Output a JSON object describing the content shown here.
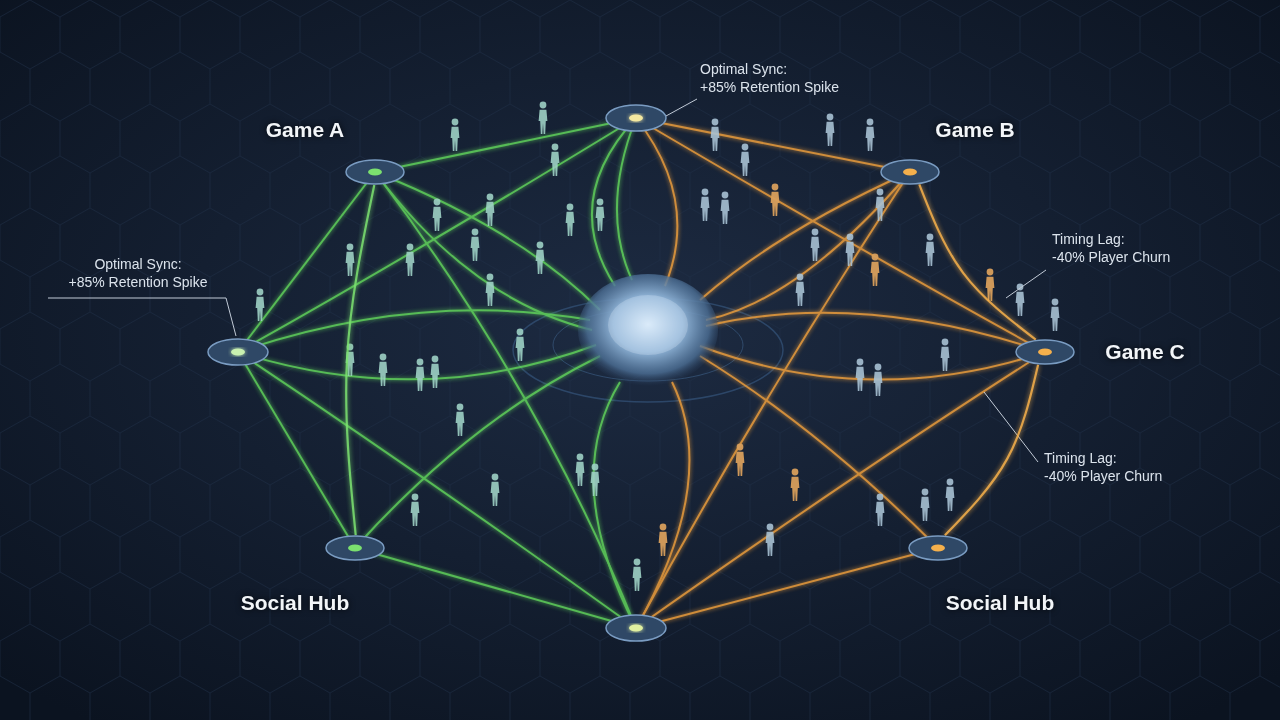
{
  "diagram": {
    "nodes": [
      {
        "text": [
          "Game A"
        ]
      },
      {
        "text": [
          "Game B"
        ]
      },
      {
        "text": [
          "Game C"
        ]
      },
      {
        "text": [
          "Social Hub"
        ]
      },
      {
        "text": [
          "Social Hub"
        ]
      }
    ],
    "edges": [
      {
        "from": 1,
        "to": 2,
        "arrow": "none"
      },
      {
        "from": 2,
        "to": 4,
        "arrow": "none"
      },
      {
        "from": 0,
        "to": 3,
        "arrow": "none"
      }
    ],
    "labels": [
      "Optimal Sync: +85% Retention Spike",
      "Optimal Sync: +85% Retention Spike",
      "Timing Lag: -40% Player Churn",
      "Timing Lag: -40% Player Churn"
    ]
  }
}
